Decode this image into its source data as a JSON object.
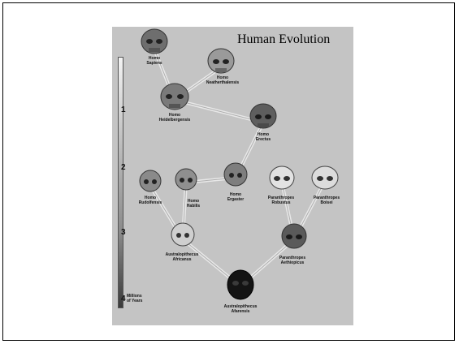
{
  "title": "Human Evolution",
  "scale": {
    "ticks": [
      "1",
      "2",
      "3",
      "4"
    ],
    "caption": "Millions\nof Years"
  },
  "species": [
    {
      "label": "Homo\nSapiens"
    },
    {
      "label": "Homo\nNeatherthalensis"
    },
    {
      "label": "Homo\nHeidelbergensis"
    },
    {
      "label": "Homo\nErectus"
    },
    {
      "label": "Homo\nErgaster"
    },
    {
      "label": "Homo\nHabilis"
    },
    {
      "label": "Homo\nRudolfensis"
    },
    {
      "label": "Paranthropes\nRobustus"
    },
    {
      "label": "Paranthropes\nBoisei"
    },
    {
      "label": "Australopithecus\nAfricanus"
    },
    {
      "label": "Paranthropes\nAethiopicus"
    },
    {
      "label": "Australopithecus\nAfarensis"
    }
  ]
}
